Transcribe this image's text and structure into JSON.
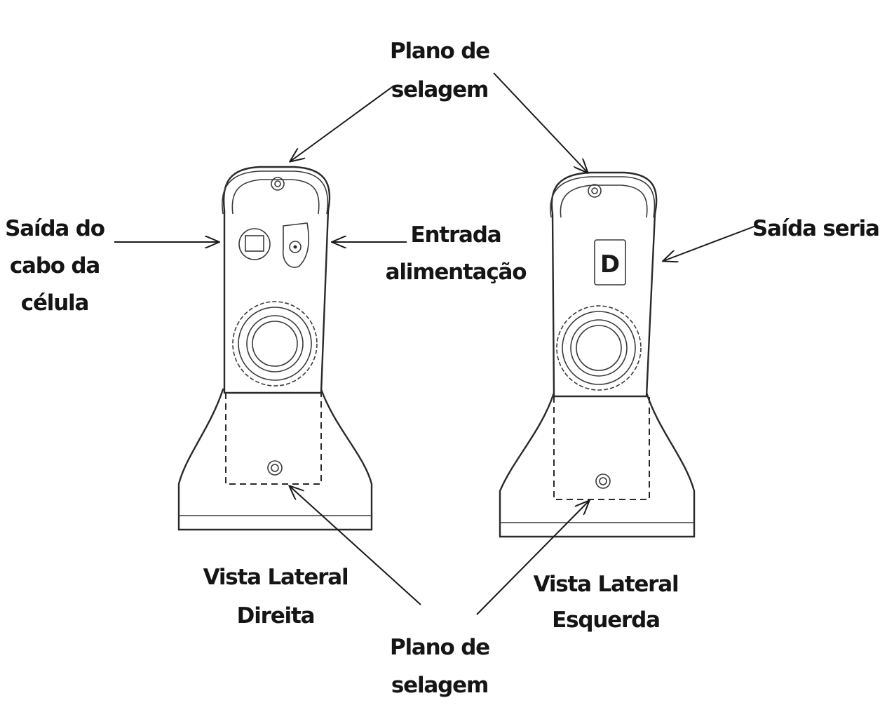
{
  "labels": {
    "plano_top": [
      "Plano de",
      "selagem"
    ],
    "saida_cabo": [
      "Saída do",
      "cabo da",
      "célula"
    ],
    "entrada": [
      "Entrada",
      "alimentação"
    ],
    "saida_serial": "Saída serial",
    "vista_direita": [
      "Vista Lateral",
      "Direita"
    ],
    "vista_esquerda": [
      "Vista Lateral",
      "Esquerda"
    ],
    "plano_bottom": [
      "Plano de",
      "selagem"
    ]
  },
  "serial_port_letter": "D",
  "colors": {
    "ink": "#1a1a1a",
    "background": "#ffffff"
  }
}
